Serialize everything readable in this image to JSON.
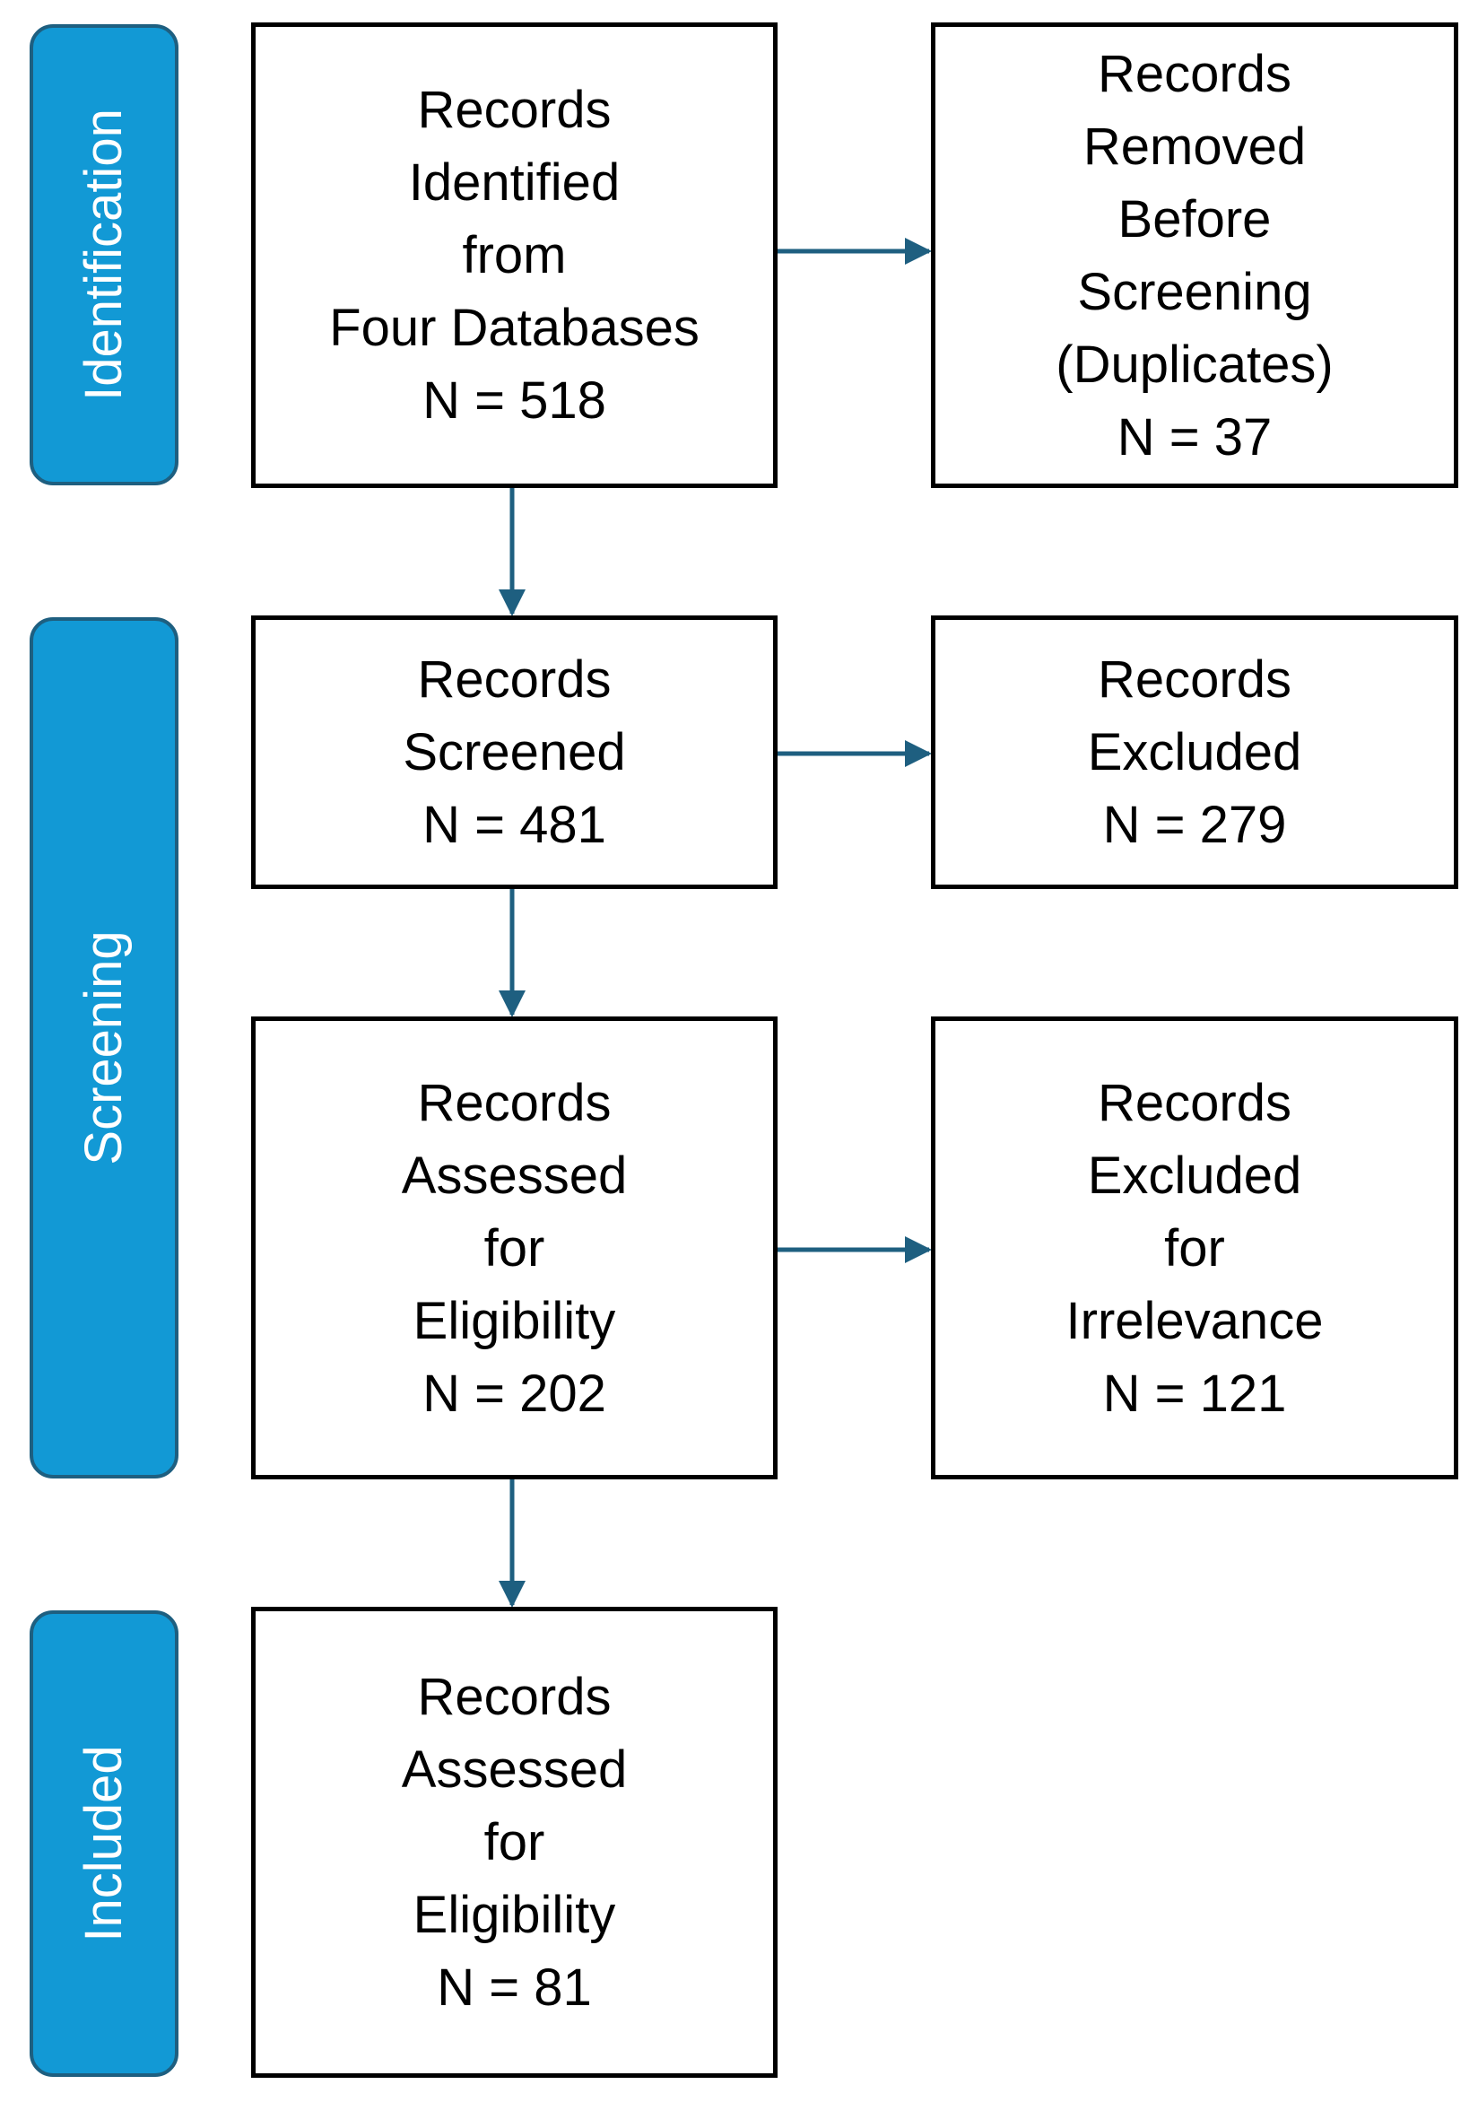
{
  "colors": {
    "stage_fill": "#1299d5",
    "stage_border": "#1e5f80",
    "arrow": "#1e5f80",
    "box_border": "#000000",
    "text": "#000000"
  },
  "stages": {
    "identification": "Identification",
    "screening": "Screening",
    "included": "Included"
  },
  "boxes": {
    "identified": {
      "lines": [
        "Records",
        "Identified",
        "from",
        "Four Databases",
        "N = 518"
      ]
    },
    "removed": {
      "lines": [
        "Records",
        "Removed",
        "Before",
        "Screening",
        "(Duplicates)",
        "N = 37"
      ]
    },
    "screened": {
      "lines": [
        "Records",
        "Screened",
        "N = 481"
      ]
    },
    "excluded": {
      "lines": [
        "Records",
        "Excluded",
        "N = 279"
      ]
    },
    "assessed": {
      "lines": [
        "Records",
        "Assessed",
        "for",
        "Eligibility",
        "N = 202"
      ]
    },
    "excluded_irrelevance": {
      "lines": [
        "Records",
        "Excluded",
        "for",
        "Irrelevance",
        "N = 121"
      ]
    },
    "included": {
      "lines": [
        "Records",
        "Assessed",
        "for",
        "Eligibility",
        "N = 81"
      ]
    }
  },
  "arrows": [
    {
      "from": "identified",
      "to": "removed"
    },
    {
      "from": "identified",
      "to": "screened"
    },
    {
      "from": "screened",
      "to": "excluded"
    },
    {
      "from": "screened",
      "to": "assessed"
    },
    {
      "from": "assessed",
      "to": "excluded_irrelevance"
    },
    {
      "from": "assessed",
      "to": "included"
    }
  ]
}
